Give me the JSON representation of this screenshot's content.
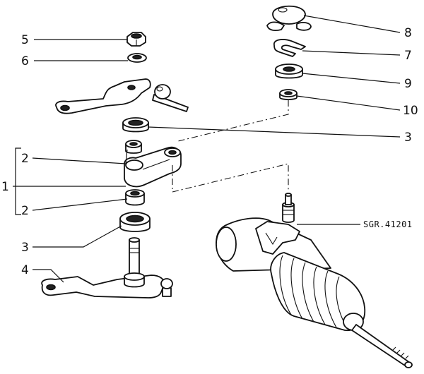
{
  "reference_code": "SGR.41201",
  "callouts": {
    "c1": "1",
    "c2a": "2",
    "c2b": "2",
    "c3a": "3",
    "c3b": "3",
    "c4": "4",
    "c5": "5",
    "c6": "6",
    "c7": "7",
    "c8": "8",
    "c9": "9",
    "c10": "10"
  }
}
